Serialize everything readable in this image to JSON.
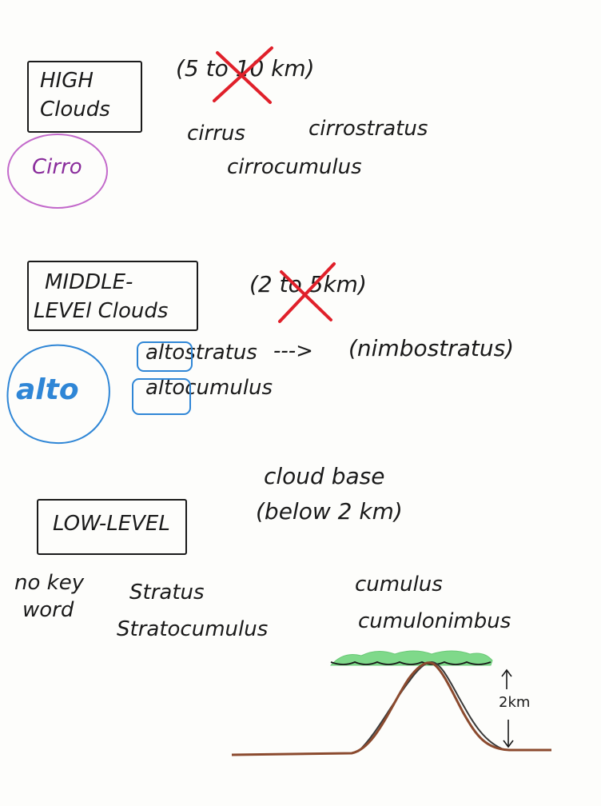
{
  "high": {
    "title_line1": "HIGH",
    "title_line2": "Clouds",
    "range": "(5 to 10 km)",
    "prefix": "Cirro",
    "types": [
      "cirrus",
      "cirrostratus",
      "cirrocumulus"
    ]
  },
  "middle": {
    "title_line1": "MIDDLE-",
    "title_line2": "LEVEl  Clouds",
    "range": "(2 to 5km)",
    "prefix": "alto",
    "types": [
      "altostratus",
      "altocumulus"
    ],
    "arrow_text": "--->",
    "related": "(nimbostratus)"
  },
  "low": {
    "title": "LOW-LEVEL",
    "base_line1": "cloud base",
    "base_line2": "(below 2 km)",
    "note_line1": "no key",
    "note_line2": "word",
    "types": [
      "Stratus",
      "Stratocumulus"
    ],
    "vertical_types": [
      "cumulus",
      "cumulonimbus"
    ],
    "height_label": "2km"
  },
  "colors": {
    "ink": "#1a1a1a",
    "cross": "#e0202a",
    "cirro": "#8a2d9c",
    "alto": "#2f86d6",
    "cloud": "#7fd98a",
    "ground": "#8b4a2e"
  }
}
